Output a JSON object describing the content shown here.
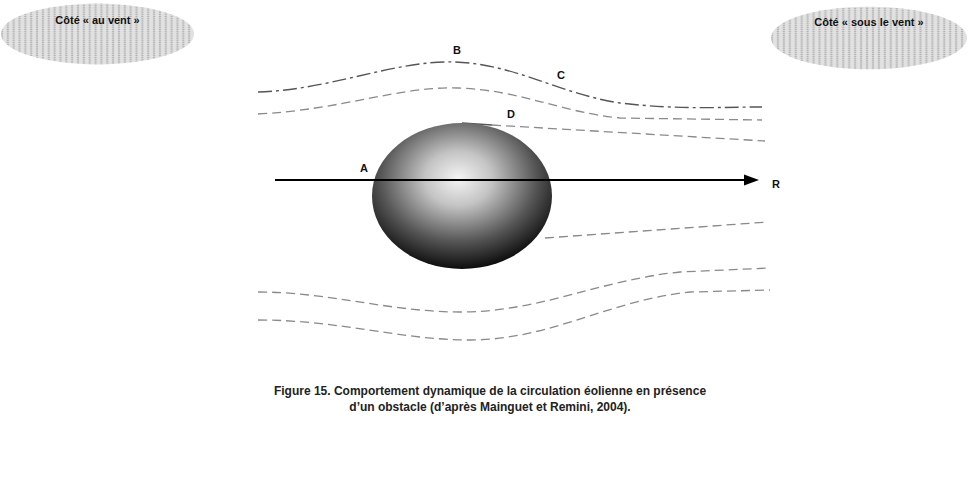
{
  "diagram": {
    "caption": "Figure 15. Comportement dynamique de la circulation éolienne en présence d’un obstacle (d’après Mainguet et Remini, 2004).",
    "nodes": [
      {
        "text": [
          "Côté « au vent »"
        ]
      },
      {
        "text": [
          "Côté « sous le vent »"
        ]
      }
    ],
    "labels": [
      "B",
      "C",
      "D",
      "A",
      "R"
    ]
  }
}
